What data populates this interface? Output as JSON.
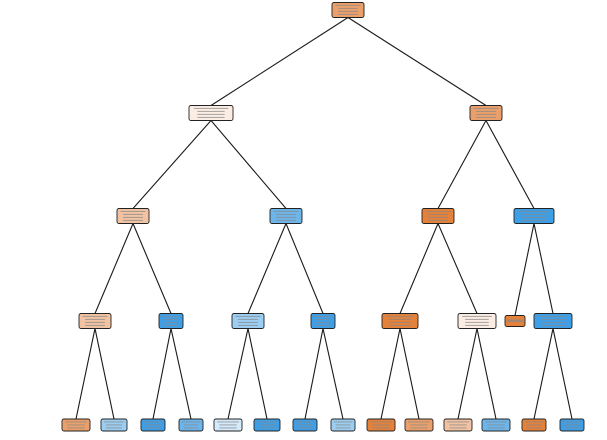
{
  "colors": {
    "edge": "#1a1a1a",
    "border": "#222222",
    "orange_strong": "#e58139",
    "orange_medium": "#eba06b",
    "orange_light": "#f1c3a2",
    "orange_pale": "#fbede3",
    "blue_strong": "#3e9fe6",
    "blue_medium": "#6db6ec",
    "blue_light": "#9ccdf2",
    "blue_pale": "#d5eafa"
  },
  "tree": {
    "nodes": [
      {
        "id": "n0",
        "parent": null,
        "fill": "orange_medium",
        "lines": 4
      },
      {
        "id": "n1",
        "parent": "n0",
        "fill": "orange_pale",
        "lines": 4
      },
      {
        "id": "n2",
        "parent": "n0",
        "fill": "orange_medium",
        "lines": 4
      },
      {
        "id": "n3",
        "parent": "n1",
        "fill": "orange_light",
        "lines": 4
      },
      {
        "id": "n4",
        "parent": "n1",
        "fill": "blue_medium",
        "lines": 4
      },
      {
        "id": "n5",
        "parent": "n2",
        "fill": "orange_strong",
        "lines": 4
      },
      {
        "id": "n6",
        "parent": "n2",
        "fill": "blue_strong",
        "lines": 4
      },
      {
        "id": "n7",
        "parent": "n3",
        "fill": "orange_light",
        "lines": 4
      },
      {
        "id": "n8",
        "parent": "n3",
        "fill": "blue_strong",
        "lines": 4
      },
      {
        "id": "n9",
        "parent": "n4",
        "fill": "blue_light",
        "lines": 4
      },
      {
        "id": "n10",
        "parent": "n4",
        "fill": "blue_strong",
        "lines": 4
      },
      {
        "id": "n11",
        "parent": "n5",
        "fill": "orange_strong",
        "lines": 4
      },
      {
        "id": "n12",
        "parent": "n5",
        "fill": "orange_pale",
        "lines": 4
      },
      {
        "id": "n13",
        "parent": "n6",
        "fill": "orange_strong",
        "lines": 1
      },
      {
        "id": "n14",
        "parent": "n6",
        "fill": "blue_strong",
        "lines": 4
      },
      {
        "id": "n15",
        "parent": "n7",
        "fill": "orange_medium",
        "lines": 3
      },
      {
        "id": "n16",
        "parent": "n7",
        "fill": "blue_light",
        "lines": 3
      },
      {
        "id": "n17",
        "parent": "n8",
        "fill": "blue_strong",
        "lines": 3
      },
      {
        "id": "n18",
        "parent": "n8",
        "fill": "blue_medium",
        "lines": 3
      },
      {
        "id": "n19",
        "parent": "n9",
        "fill": "blue_pale",
        "lines": 3
      },
      {
        "id": "n20",
        "parent": "n9",
        "fill": "blue_strong",
        "lines": 3
      },
      {
        "id": "n21",
        "parent": "n10",
        "fill": "blue_strong",
        "lines": 3
      },
      {
        "id": "n22",
        "parent": "n10",
        "fill": "blue_light",
        "lines": 3
      },
      {
        "id": "n23",
        "parent": "n11",
        "fill": "orange_strong",
        "lines": 3
      },
      {
        "id": "n24",
        "parent": "n11",
        "fill": "orange_medium",
        "lines": 3
      },
      {
        "id": "n25",
        "parent": "n12",
        "fill": "orange_light",
        "lines": 3
      },
      {
        "id": "n26",
        "parent": "n12",
        "fill": "blue_medium",
        "lines": 3
      },
      {
        "id": "n27",
        "parent": "n14",
        "fill": "orange_strong",
        "lines": 3
      },
      {
        "id": "n28",
        "parent": "n14",
        "fill": "blue_strong",
        "lines": 3
      }
    ]
  }
}
